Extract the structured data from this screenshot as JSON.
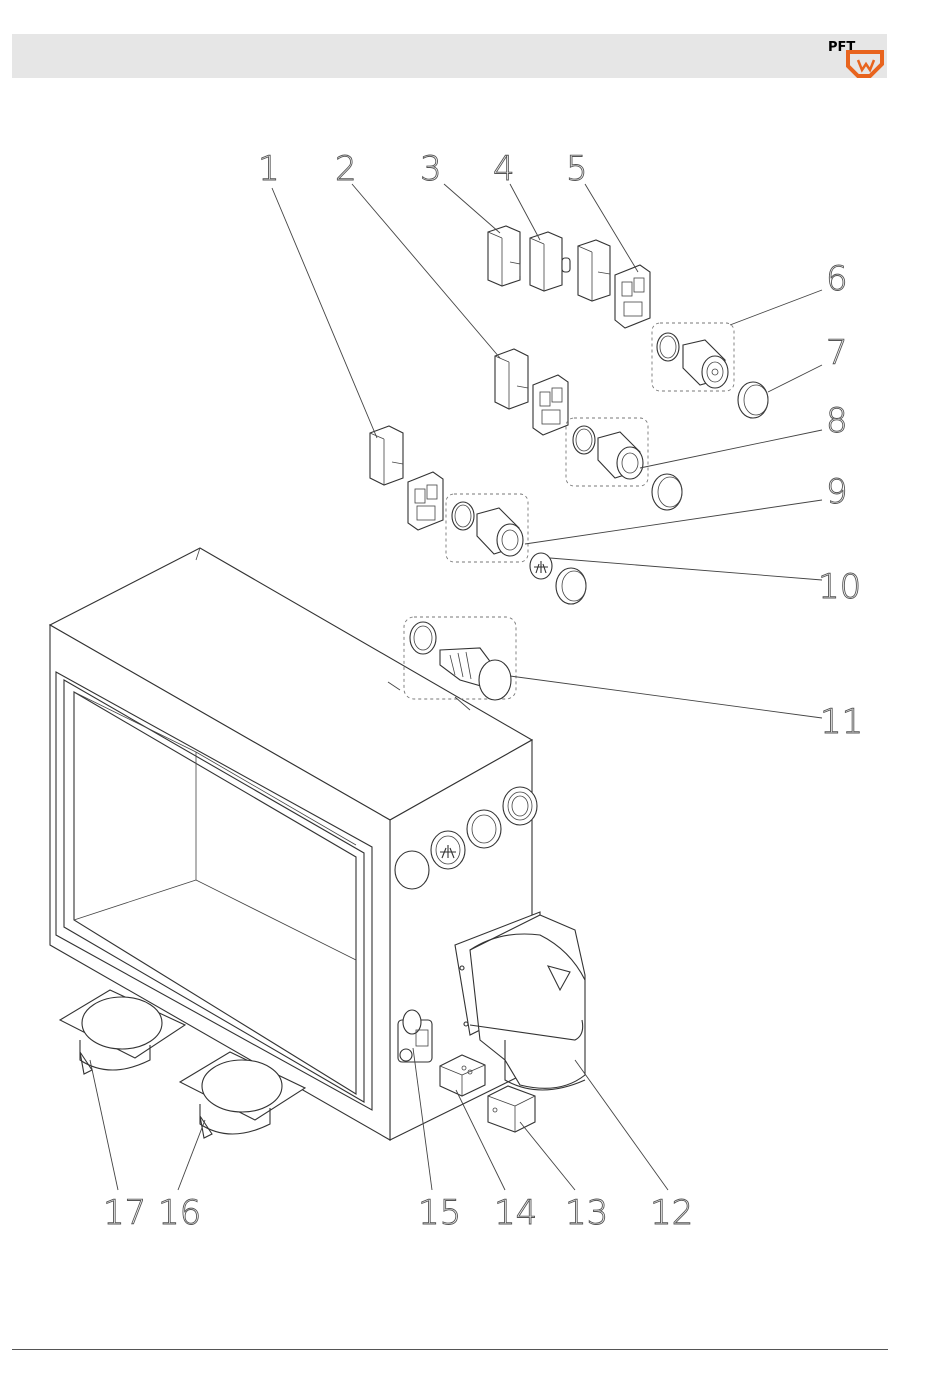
{
  "header": {
    "logo_text": "PFT",
    "brand_color": "#e8641e",
    "bar_color": "#e6e6e6"
  },
  "diagram": {
    "callouts": [
      "1",
      "2",
      "3",
      "4",
      "5",
      "6",
      "7",
      "8",
      "9",
      "10",
      "11",
      "12",
      "13",
      "14",
      "15",
      "16",
      "17"
    ]
  }
}
